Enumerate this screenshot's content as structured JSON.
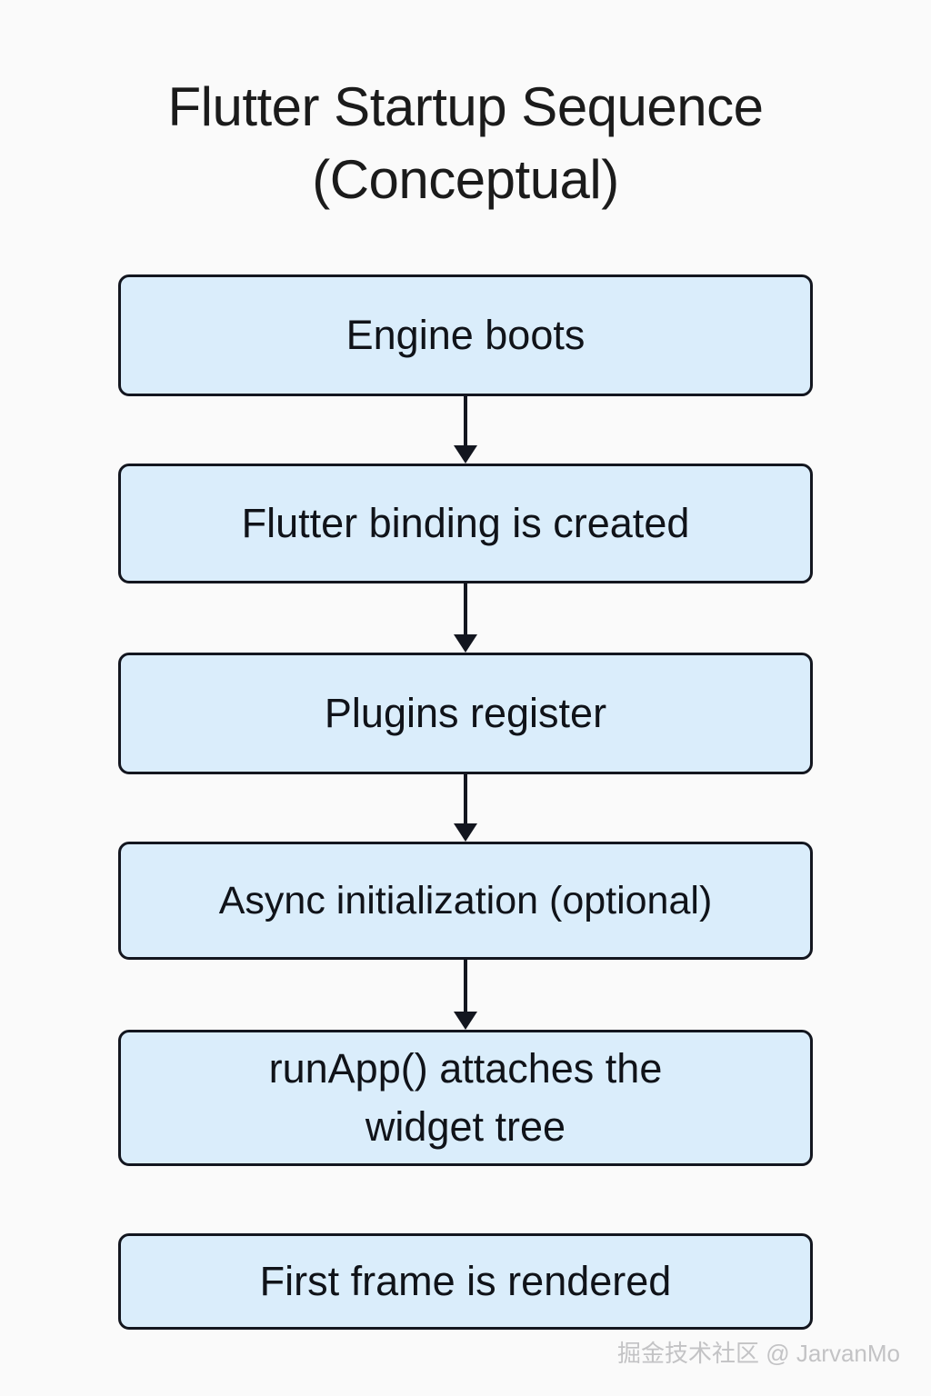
{
  "diagram": {
    "title": "Flutter Startup Sequence\n(Conceptual)",
    "type": "flowchart",
    "orientation": "top-to-bottom",
    "background_color": "#fafafa",
    "node_fill_color": "#daedfb",
    "node_border_color": "#13161f",
    "text_color": "#101319",
    "nodes": [
      {
        "id": "engine-boots",
        "label": "Engine boots"
      },
      {
        "id": "flutter-binding",
        "label": "Flutter binding is created"
      },
      {
        "id": "plugins",
        "label": "Plugins register"
      },
      {
        "id": "async-init",
        "label": "Async initialization (optional)"
      },
      {
        "id": "run-app",
        "label": "runApp() attaches the\nwidget tree"
      },
      {
        "id": "first-frame",
        "label": "First frame is rendered"
      }
    ],
    "edges": [
      {
        "from": "engine-boots",
        "to": "flutter-binding",
        "arrow": "down"
      },
      {
        "from": "flutter-binding",
        "to": "plugins",
        "arrow": "down"
      },
      {
        "from": "plugins",
        "to": "async-init",
        "arrow": "down"
      },
      {
        "from": "async-init",
        "to": "run-app",
        "arrow": "down"
      }
    ]
  },
  "watermark": {
    "text": "掘金技术社区 @ JarvanMo",
    "color": "#c3c3c5"
  }
}
